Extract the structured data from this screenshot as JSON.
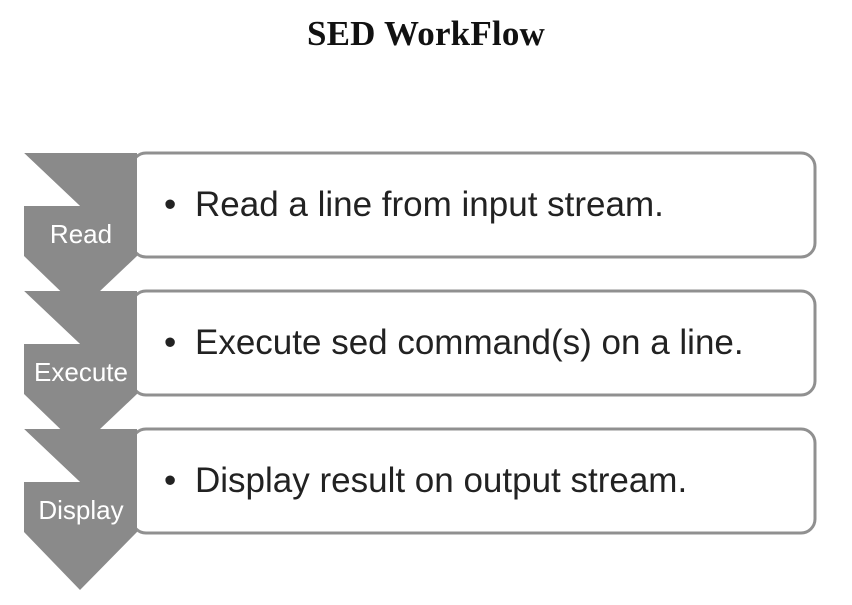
{
  "title": "SED WorkFlow",
  "steps": [
    {
      "label": "Read",
      "text": "Read a line from input stream."
    },
    {
      "label": "Execute",
      "text": "Execute sed command(s) on a line."
    },
    {
      "label": "Display",
      "text": "Display result on output stream."
    }
  ],
  "bullet": "•",
  "colors": {
    "chevron": "#8a8a8a",
    "box_border": "#909090",
    "box_fill": "#ffffff"
  }
}
